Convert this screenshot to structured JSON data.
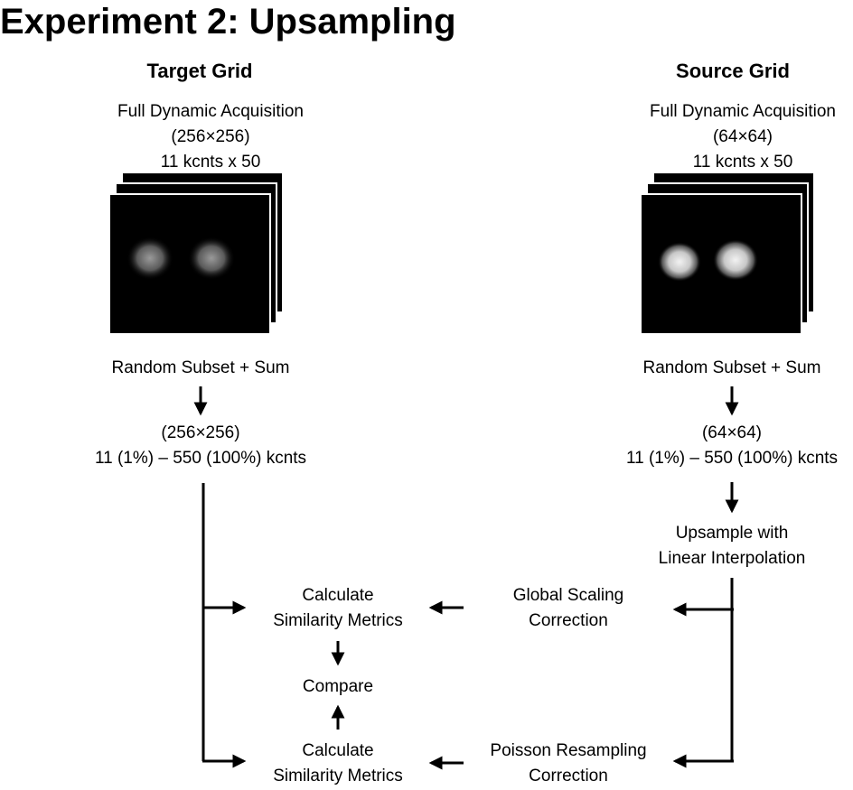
{
  "title": "Experiment 2: Upsampling",
  "target": {
    "header": "Target Grid",
    "acq_lines": [
      "Full Dynamic Acquisition",
      "(256×256)",
      "11 kcnts x 50"
    ],
    "subset_label": "Random Subset + Sum",
    "result_lines": [
      "(256×256)",
      "11 (1%) – 550 (100%) kcnts"
    ]
  },
  "source": {
    "header": "Source Grid",
    "acq_lines": [
      "Full Dynamic Acquisition",
      "(64×64)",
      "11 kcnts x 50"
    ],
    "subset_label": "Random Subset + Sum",
    "result_lines": [
      "(64×64)",
      "11 (1%) – 550 (100%) kcnts"
    ],
    "upsample_lines": [
      "Upsample with",
      "Linear Interpolation"
    ]
  },
  "metrics_top_lines": [
    "Calculate",
    "Similarity Metrics"
  ],
  "metrics_bottom_lines": [
    "Calculate",
    "Similarity Metrics"
  ],
  "compare_label": "Compare",
  "global_scaling_lines": [
    "Global Scaling",
    "Correction"
  ],
  "poisson_lines": [
    "Poisson Resampling",
    "Correction"
  ],
  "colors": {
    "stroke": "#000000",
    "image_bg": "#000000",
    "hotspot_target": "#8a8a8a",
    "hotspot_source": "#e6e6e6"
  }
}
